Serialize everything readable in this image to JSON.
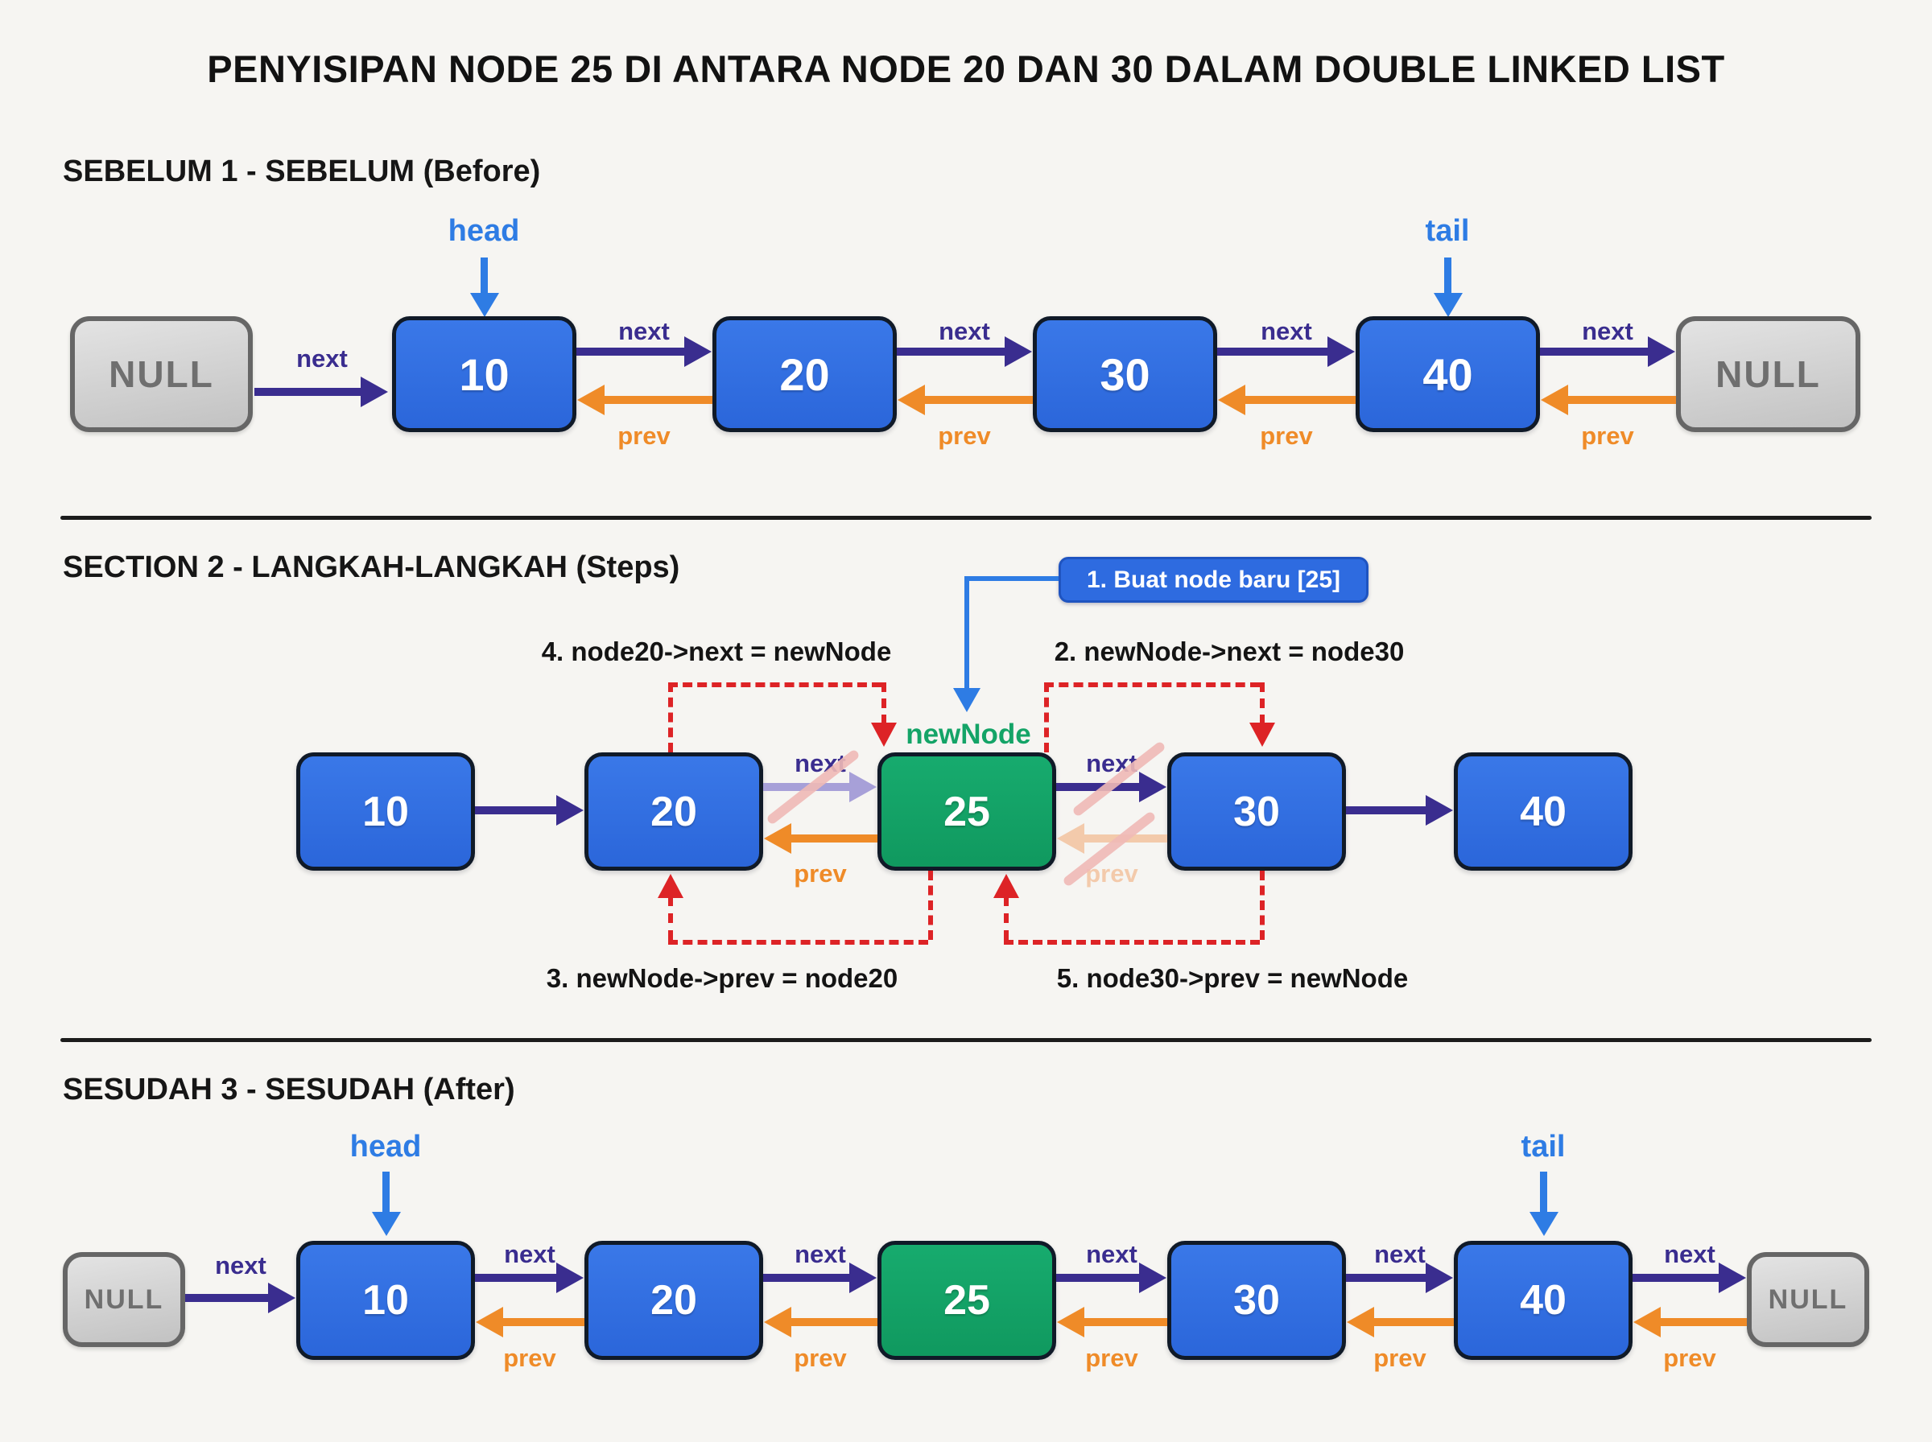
{
  "title": "PENYISIPAN NODE 25 DI ANTARA NODE 20 DAN 30 DALAM DOUBLE LINKED LIST",
  "sections": {
    "before": "SEBELUM 1 - SEBELUM (Before)",
    "steps": "SECTION 2 - LANGKAH-LANGKAH (Steps)",
    "after": "SESUDAH 3 - SESUDAH (After)"
  },
  "labels": {
    "next": "next",
    "prev": "prev",
    "head": "head",
    "tail": "tail",
    "null": "NULL",
    "new_node": "newNode"
  },
  "nodes": {
    "before": [
      "10",
      "20",
      "30",
      "40"
    ],
    "steps": [
      "10",
      "20",
      "25",
      "30",
      "40"
    ],
    "after": [
      "10",
      "20",
      "25",
      "30",
      "40"
    ]
  },
  "steps": {
    "step1": "1. Buat node baru [25]",
    "step2": "2. newNode->next = node30",
    "step3": "3. newNode->prev = node20",
    "step4": "4. node20->next = newNode",
    "step5": "5. node30->prev = newNode"
  },
  "colors": {
    "node_blue": "#2e6be0",
    "node_green": "#12a165",
    "null_gray": "#cdcdcd",
    "next_arrow": "#3a2d8f",
    "prev_arrow": "#ef8b28",
    "pointer_blue": "#2e7ce4",
    "step_red": "#dd2326",
    "faded_next": "#a7a0d8",
    "faded_prev": "#f3caab",
    "slash_pink": "#f0b9b6",
    "background": "#f6f5f2"
  }
}
